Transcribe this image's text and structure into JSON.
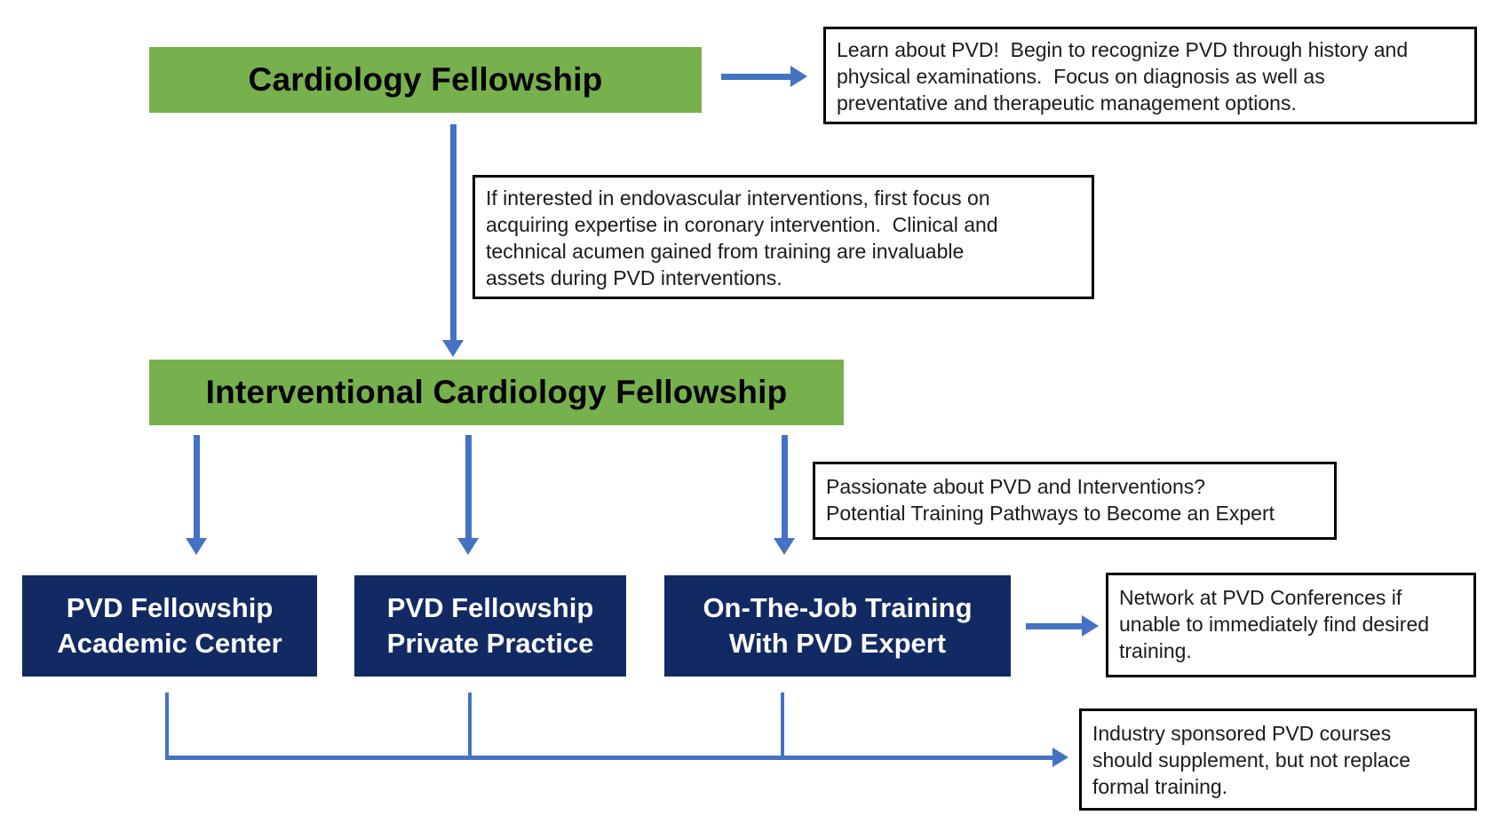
{
  "title": "PVD training pathway flowchart",
  "colors": {
    "node_green": "#77B14D",
    "node_navy": "#122A63",
    "arrow_blue": "#4472C4",
    "note_border": "#000000",
    "note_text": "#1b1b1b",
    "background": "#ffffff"
  },
  "nodes": {
    "cardiology_fellowship": {
      "label": "Cardiology Fellowship"
    },
    "interventional_fellowship": {
      "label": "Interventional Cardiology Fellowship"
    },
    "pvd_academic": {
      "label": "PVD Fellowship\nAcademic Center"
    },
    "pvd_private": {
      "label": "PVD Fellowship\nPrivate Practice"
    },
    "on_the_job": {
      "label": "On-The-Job Training\nWith PVD Expert"
    }
  },
  "notes": {
    "learn_pvd": {
      "text": "Learn about PVD!  Begin to recognize PVD through history and\nphysical examinations.  Focus on diagnosis as well as\npreventative and therapeutic management options."
    },
    "coronary_first": {
      "text": "If interested in endovascular interventions, first focus on\nacquiring expertise in coronary intervention.  Clinical and\ntechnical acumen gained from training are invaluable\nassets during PVD interventions."
    },
    "passionate": {
      "text": "Passionate about PVD and Interventions?\nPotential Training Pathways to Become an Expert"
    },
    "network": {
      "text": "Network at PVD Conferences if\nunable to immediately find desired\ntraining."
    },
    "industry": {
      "text": "Industry sponsored PVD courses\nshould supplement, but not replace\nformal training."
    }
  },
  "connectors": {
    "arrow_right_top": "cardiology-fellowship to learn-pvd note",
    "arrow_down_main": "cardiology-fellowship to interventional-fellowship",
    "arrow_down_left": "interventional-fellowship to pvd-academic",
    "arrow_down_mid": "interventional-fellowship to pvd-private",
    "arrow_down_right": "interventional-fellowship to on-the-job",
    "arrow_right_mid": "on-the-job to network note",
    "elbow_bottom": "all three pathways to industry note"
  }
}
